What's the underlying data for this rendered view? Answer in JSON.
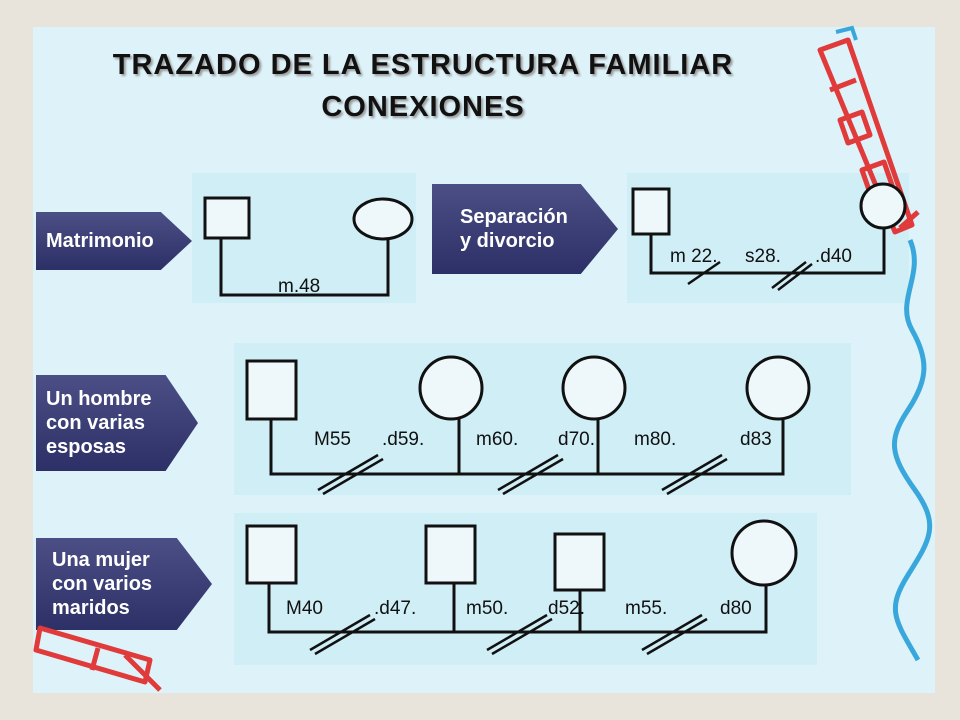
{
  "title": {
    "line1": "TRAZADO DE LA ESTRUCTURA FAMILIAR",
    "line2": "CONEXIONES"
  },
  "arrows": {
    "matrimonio": "Matrimonio",
    "separacion": "Separación\ny divorcio",
    "hombre": "Un hombre\ncon varias\nesposas",
    "mujer": "Una mujer\ncon varios\nmaridos"
  },
  "matrimonio": {
    "label": "m.48"
  },
  "separacion": {
    "m": "m 22.",
    "s": "s28.",
    "d": ".d40"
  },
  "hombre": {
    "labels": [
      "M55",
      ".d59.",
      "m60.",
      "d70.",
      "m80.",
      "d83"
    ]
  },
  "mujer": {
    "labels": [
      "M40",
      ".d47.",
      "m50.",
      "d52.",
      "m55.",
      "d80"
    ]
  },
  "colors": {
    "arrow": "#3a3d75",
    "panel": "#cfeef6",
    "slide": "#ddf3f9",
    "pencil_red": "#e03a3a",
    "wave_blue": "#3aa7dc"
  }
}
